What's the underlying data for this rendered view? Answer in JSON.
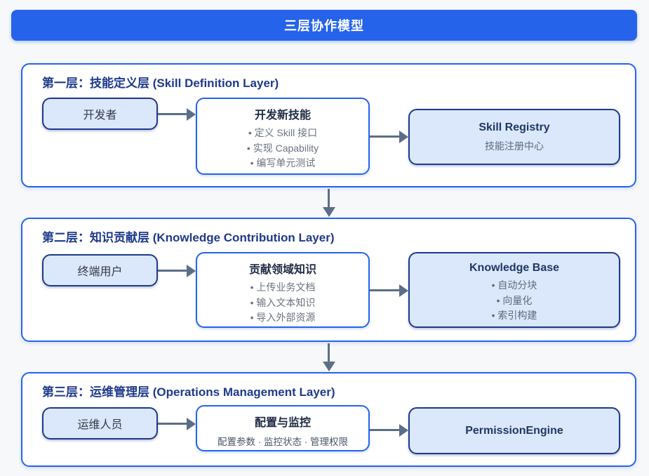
{
  "header": {
    "title": "三层协作模型"
  },
  "colors": {
    "accent_blue": "#2563eb",
    "navy_border": "#1e3a8a",
    "box_fill_light_blue": "#dbe7fb",
    "arrow_gray": "#5b6e87",
    "bullet_gray": "#6b7280",
    "page_background": "#f7f8fa"
  },
  "layers": [
    {
      "title": "第一层：技能定义层 (Skill Definition Layer)",
      "actor": "开发者",
      "action": {
        "title": "开发新技能",
        "bullets": [
          "定义 Skill 接口",
          "实现 Capability",
          "编写单元测试"
        ]
      },
      "system": {
        "title": "Skill Registry",
        "subtitle": "技能注册中心"
      }
    },
    {
      "title": "第二层：知识贡献层 (Knowledge Contribution Layer)",
      "actor": "终端用户",
      "action": {
        "title": "贡献领域知识",
        "bullets": [
          "上传业务文档",
          "输入文本知识",
          "导入外部资源"
        ]
      },
      "system": {
        "title": "Knowledge Base",
        "bullets": [
          "自动分块",
          "向量化",
          "索引构建"
        ]
      }
    },
    {
      "title": "第三层：运维管理层 (Operations Management Layer)",
      "actor": "运维人员",
      "action": {
        "title": "配置与监控",
        "subtitle": "配置参数 · 监控状态 · 管理权限"
      },
      "system": {
        "title": "PermissionEngine"
      }
    }
  ]
}
